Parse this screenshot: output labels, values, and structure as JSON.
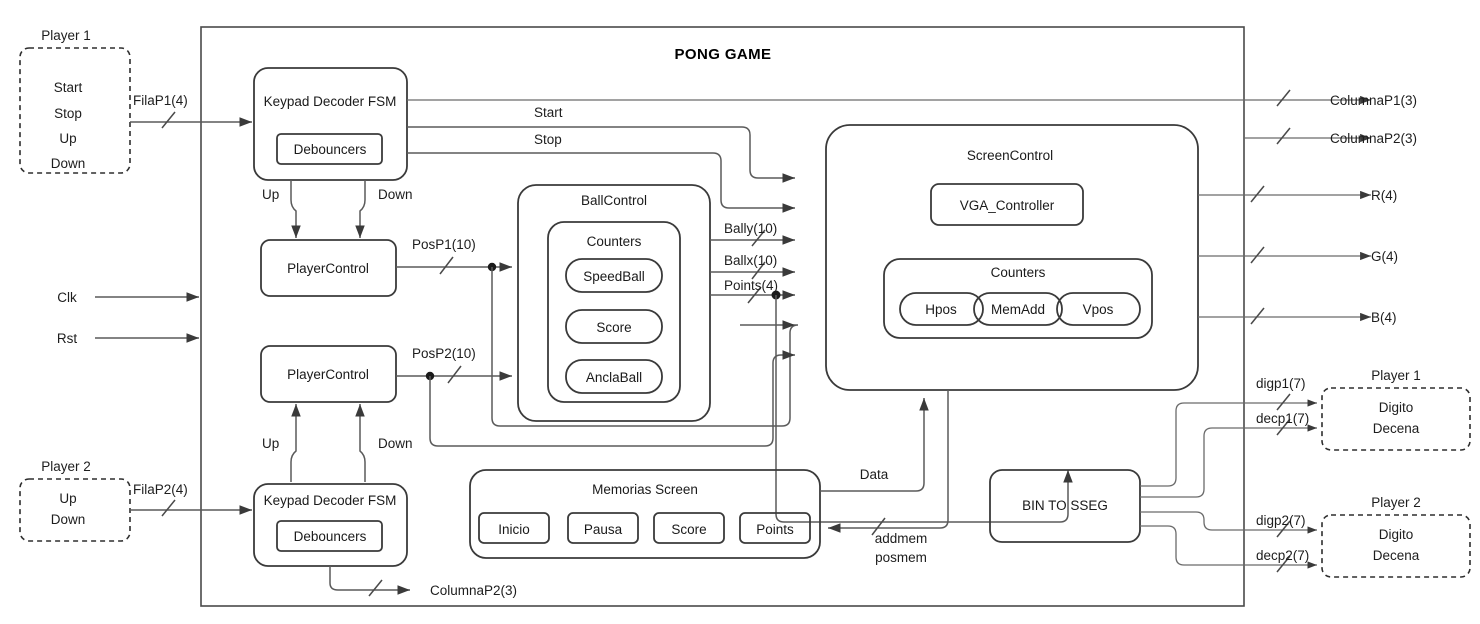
{
  "diagram": {
    "title": "PONG GAME",
    "type": "block-diagram"
  },
  "external_inputs": {
    "player1_box": {
      "caption": "Player 1",
      "signals": [
        "Start",
        "Stop",
        "Up",
        "Down"
      ],
      "bus_label": "FilaP1(4)"
    },
    "player2_box": {
      "caption": "Player 2",
      "signals": [
        "Up",
        "Down"
      ],
      "bus_label": "FilaP2(4)"
    },
    "clk": "Clk",
    "rst": "Rst"
  },
  "blocks": {
    "keypad_p1": {
      "label": "Keypad Decoder FSM",
      "inner": "Debouncers",
      "out_up": "Up",
      "out_down": "Down"
    },
    "keypad_p2": {
      "label": "Keypad Decoder FSM",
      "inner": "Debouncers",
      "out_up": "Up",
      "out_down": "Down"
    },
    "player_control_1": {
      "label": "PlayerControl",
      "out": "PosP1(10)"
    },
    "player_control_2": {
      "label": "PlayerControl",
      "out": "PosP2(10)"
    },
    "ball_control": {
      "label": "BallControl",
      "counters_label": "Counters",
      "counters": [
        "SpeedBall",
        "Score",
        "AnclaBall"
      ],
      "outputs": [
        "Bally(10)",
        "Ballx(10)",
        "Points(4)"
      ]
    },
    "screen_control": {
      "label": "ScreenControl",
      "vga": "VGA_Controller",
      "counters_label": "Counters",
      "counters": [
        "Hpos",
        "MemAdd",
        "Vpos"
      ]
    },
    "memorias": {
      "label": "Memorias  Screen",
      "items": [
        "Inicio",
        "Pausa",
        "Score",
        "Points"
      ],
      "in_label": "Data",
      "addr_label_1": "addmem",
      "addr_label_2": "posmem"
    },
    "bin_to_sseg": {
      "label": "BIN TO SSEG"
    }
  },
  "internal_signals": {
    "start": "Start",
    "stop": "Stop"
  },
  "outputs": {
    "columnaP1": "ColumnaP1(3)",
    "columnaP2_top": "ColumnaP2(3)",
    "r": "R(4)",
    "g": "G(4)",
    "b": "B(4)",
    "columnaP2_bottom": "ColumnaP2(3)",
    "digp1": "digp1(7)",
    "decp1": "decp1(7)",
    "digp2": "digp2(7)",
    "decp2": "decp2(7)"
  },
  "displays": {
    "player1": {
      "caption": "Player 1",
      "lines": [
        "Digito",
        "Decena"
      ]
    },
    "player2": {
      "caption": "Player 2",
      "lines": [
        "Digito",
        "Decena"
      ]
    }
  },
  "colors": {
    "background": "#ffffff",
    "stroke": "#4a4a4a",
    "text": "#1a1a1a"
  }
}
